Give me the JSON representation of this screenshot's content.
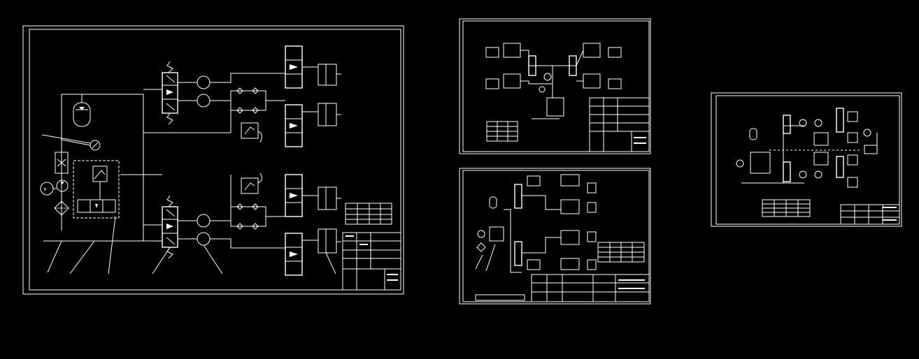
{
  "background_color": "#000000",
  "line_color": "#ffffff",
  "sheets": [
    {
      "id": "main-schematic",
      "components": [
        "accumulator",
        "pressure-gauge",
        "filter",
        "pump",
        "motor",
        "directional-valve",
        "hydraulic-motor",
        "check-valve-bridge",
        "relief-valve",
        "cylinder"
      ]
    },
    {
      "id": "sheet-2"
    },
    {
      "id": "sheet-3"
    },
    {
      "id": "sheet-4"
    }
  ]
}
